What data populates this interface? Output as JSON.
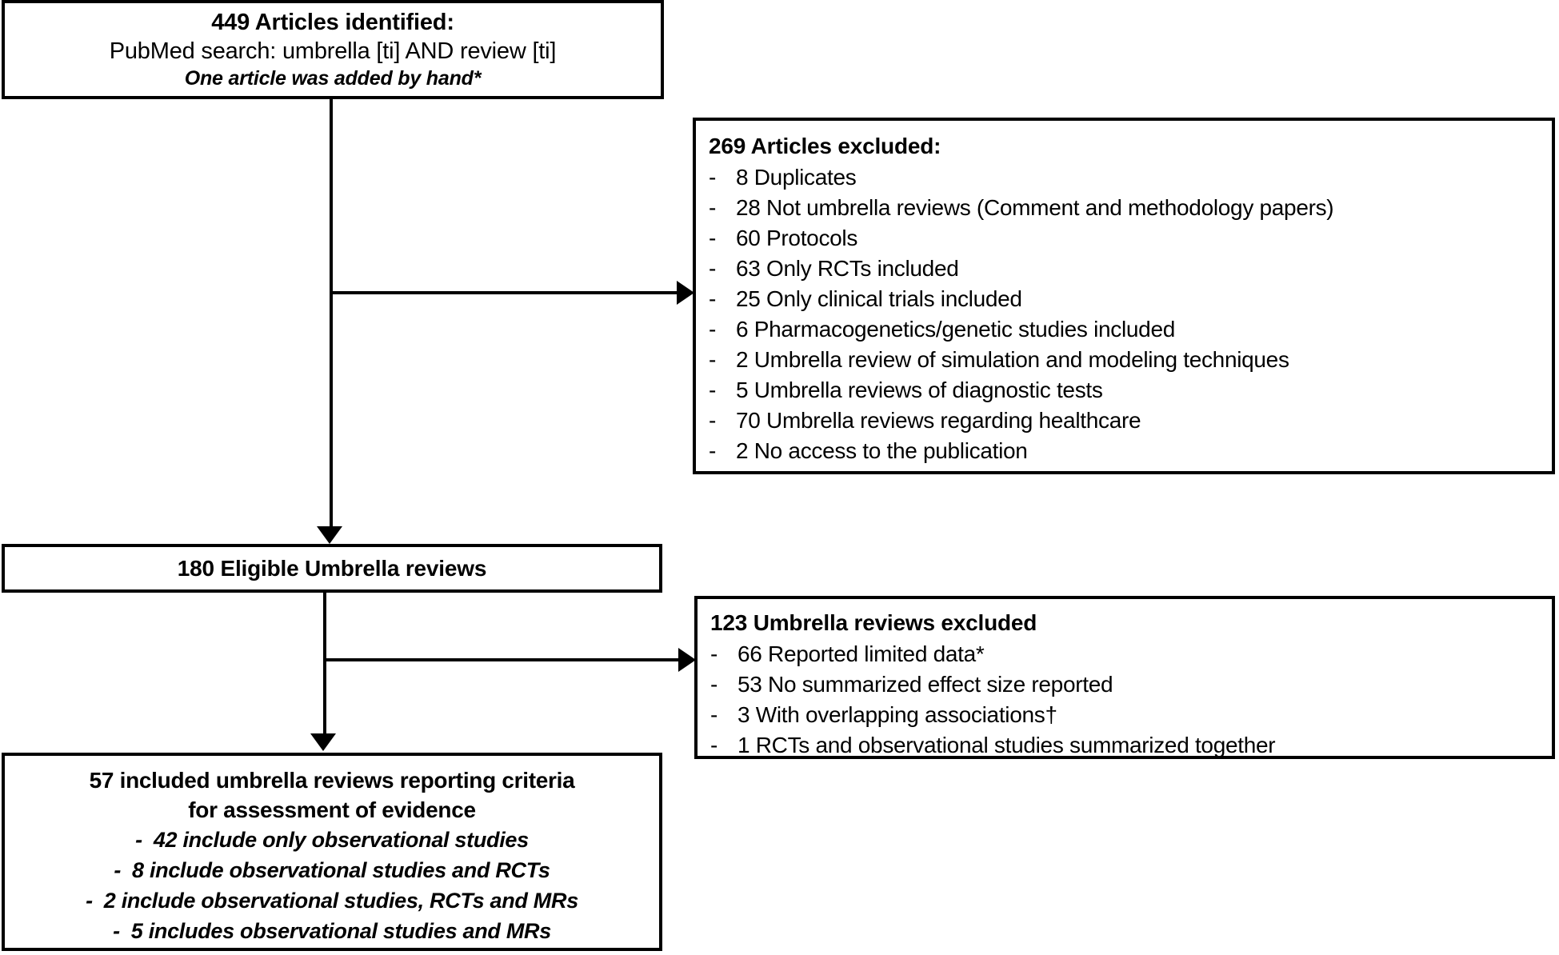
{
  "diagram": {
    "title": "PRISMA-style flow diagram of umbrella review selection",
    "colors": {
      "line": "#000000",
      "box_border": "#000000",
      "background": "#ffffff"
    },
    "identified": {
      "count_line": "449 Articles identified:",
      "search_line": "PubMed search: umbrella [ti] AND review [ti]",
      "note_line": "One article was added by hand*"
    },
    "excluded_articles": {
      "heading": "269 Articles excluded:",
      "dash": "-",
      "items": [
        "8 Duplicates",
        "28 Not umbrella reviews (Comment and methodology papers)",
        "60 Protocols",
        "63 Only RCTs included",
        "25 Only clinical trials included",
        "6  Pharmacogenetics/genetic studies included",
        "2 Umbrella review of simulation and modeling techniques",
        "5 Umbrella reviews of diagnostic tests",
        "70 Umbrella reviews regarding healthcare",
        "2 No access to the publication"
      ]
    },
    "eligible": {
      "label": "180 Eligible Umbrella reviews"
    },
    "excluded_reviews": {
      "heading": "123 Umbrella reviews excluded",
      "dash": "-",
      "items": [
        "66 Reported limited data*",
        "53 No summarized effect size reported",
        "3 With overlapping associations†",
        "1 RCTs and observational studies summarized together"
      ]
    },
    "included": {
      "heading": "57 included umbrella reviews reporting criteria for assessment of evidence",
      "dash": "-",
      "subitems": [
        "42 include only observational studies",
        "8 include observational studies and RCTs",
        "2 include observational studies, RCTs and MRs",
        "5 includes observational studies and MRs"
      ]
    }
  }
}
